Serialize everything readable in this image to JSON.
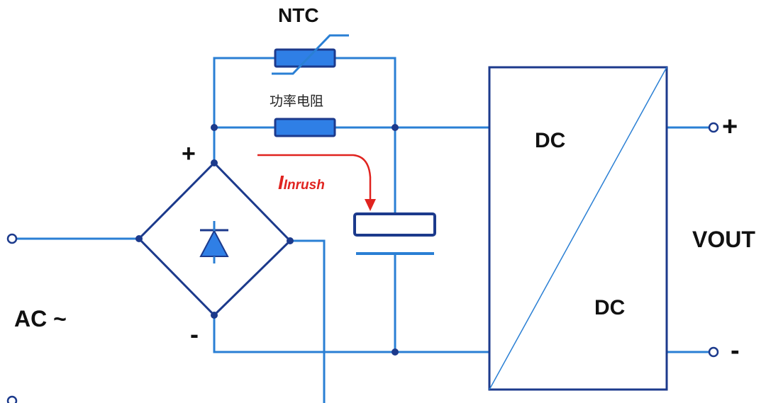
{
  "colors": {
    "wire": "#2a7fd4",
    "box": "#1c3a8c",
    "component_fill": "#2f7fe6",
    "node": "#1c3a8c",
    "inrush_arrow": "#e0231f",
    "text": "#111111"
  },
  "labels": {
    "ntc": "NTC",
    "power_resistor": "功率电阻",
    "inrush_main": "I",
    "inrush_sub": "Inrush",
    "plus_bridge": "+",
    "minus_bridge": "-",
    "ac": "AC ~",
    "dc_top": "DC",
    "dc_bottom": "DC",
    "vout": "VOUT",
    "out_plus": "+",
    "out_minus": "-"
  },
  "components": [
    {
      "name": "ntc-thermistor",
      "kind": "thermistor"
    },
    {
      "name": "power-resistor",
      "kind": "resistor"
    },
    {
      "name": "bridge-rectifier",
      "kind": "diode-bridge"
    },
    {
      "name": "bulk-capacitor",
      "kind": "polarized-capacitor"
    },
    {
      "name": "dc-dc-converter",
      "kind": "converter"
    }
  ]
}
